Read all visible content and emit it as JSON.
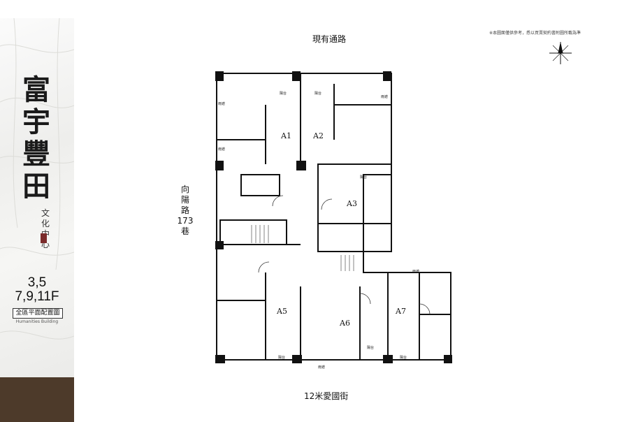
{
  "sidebar": {
    "brand": [
      "富",
      "宇",
      "豐",
      "田"
    ],
    "subtitle": "文化中心",
    "floors_line1": "3,5",
    "floors_line2": "7,9,11F",
    "plan_label": "全區平面配置圖",
    "english_label": "Humanities Building"
  },
  "roads": {
    "top": "現有通路",
    "bottom": "12米愛國街",
    "side": [
      "向",
      "陽",
      "路",
      "173",
      "巷"
    ]
  },
  "note": "※本圖面僅供參考，悉以買賣契約書附圖所載為準",
  "units": [
    "A1",
    "A2",
    "A3",
    "A5",
    "A6",
    "A7"
  ],
  "room_labels": {
    "balcony": "陽台",
    "rain_shelter": "雨遮"
  },
  "colors": {
    "footer_band": "#4d3a2a",
    "seal": "#7b2b2b",
    "wall": "#111111"
  }
}
